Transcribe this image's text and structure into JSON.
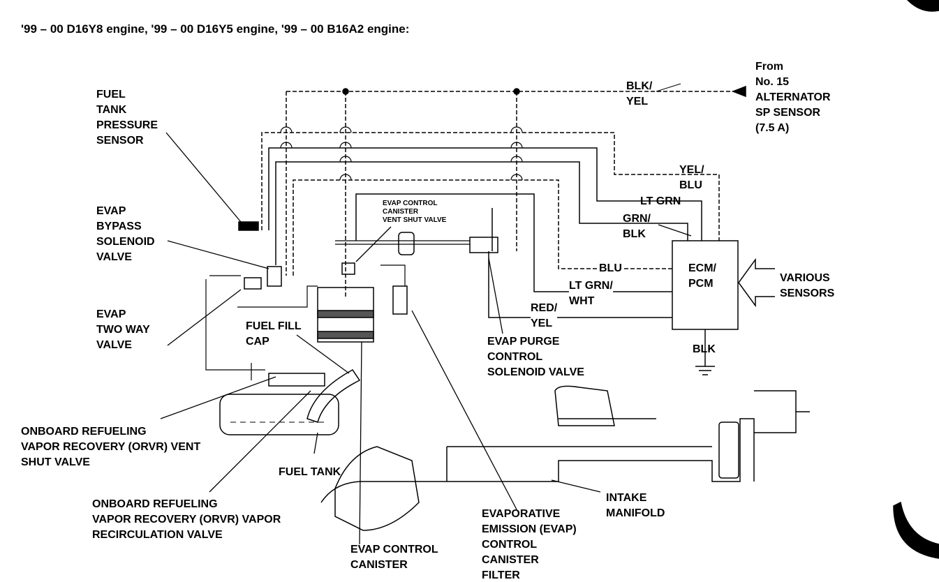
{
  "title": "'99 – 00 D16Y8 engine, '99 – 00 D16Y5 engine, '99 – 00 B16A2 engine:",
  "labels": {
    "from_source": [
      "From",
      "No. 15",
      "ALTERNATOR",
      "SP SENSOR",
      "(7.5 A)"
    ],
    "blk_yel": [
      "BLK/",
      "YEL"
    ],
    "fuel_tank_pressure_sensor": [
      "FUEL",
      "TANK",
      "PRESSURE",
      "SENSOR"
    ],
    "evap_bypass_solenoid_valve": [
      "EVAP",
      "BYPASS",
      "SOLENOID",
      "VALVE"
    ],
    "evap_two_way_valve": [
      "EVAP",
      "TWO WAY",
      "VALVE"
    ],
    "fuel_fill_cap": [
      "FUEL FILL",
      "CAP"
    ],
    "vent_shut_valve": [
      "EVAP CONTROL",
      "CANISTER",
      "VENT SHUT VALVE"
    ],
    "yel_blu": [
      "YEL/",
      "BLU"
    ],
    "lt_grn": [
      "LT GRN"
    ],
    "grn_blk": [
      "GRN/",
      "BLK"
    ],
    "blu": [
      "BLU"
    ],
    "lt_grn_wht": [
      "LT GRN/",
      "WHT"
    ],
    "red_yel": [
      "RED/",
      "YEL"
    ],
    "ecm_pcm": [
      "ECM/",
      "PCM"
    ],
    "various_sensors": [
      "VARIOUS",
      "SENSORS"
    ],
    "blk": [
      "BLK"
    ],
    "evap_purge": [
      "EVAP PURGE",
      "CONTROL",
      "SOLENOID VALVE"
    ],
    "orvr_vent": [
      "ONBOARD REFUELING",
      "VAPOR RECOVERY (ORVR) VENT",
      "SHUT VALVE"
    ],
    "fuel_tank": [
      "FUEL TANK"
    ],
    "orvr_recirc": [
      "ONBOARD REFUELING",
      "VAPOR RECOVERY (ORVR) VAPOR",
      "RECIRCULATION VALVE"
    ],
    "intake_manifold": [
      "INTAKE",
      "MANIFOLD"
    ],
    "canister_filter": [
      "EVAPORATIVE",
      "EMISSION (EVAP)",
      "CONTROL",
      "CANISTER",
      "FILTER"
    ],
    "evap_control_canister": [
      "EVAP CONTROL",
      "CANISTER"
    ]
  }
}
